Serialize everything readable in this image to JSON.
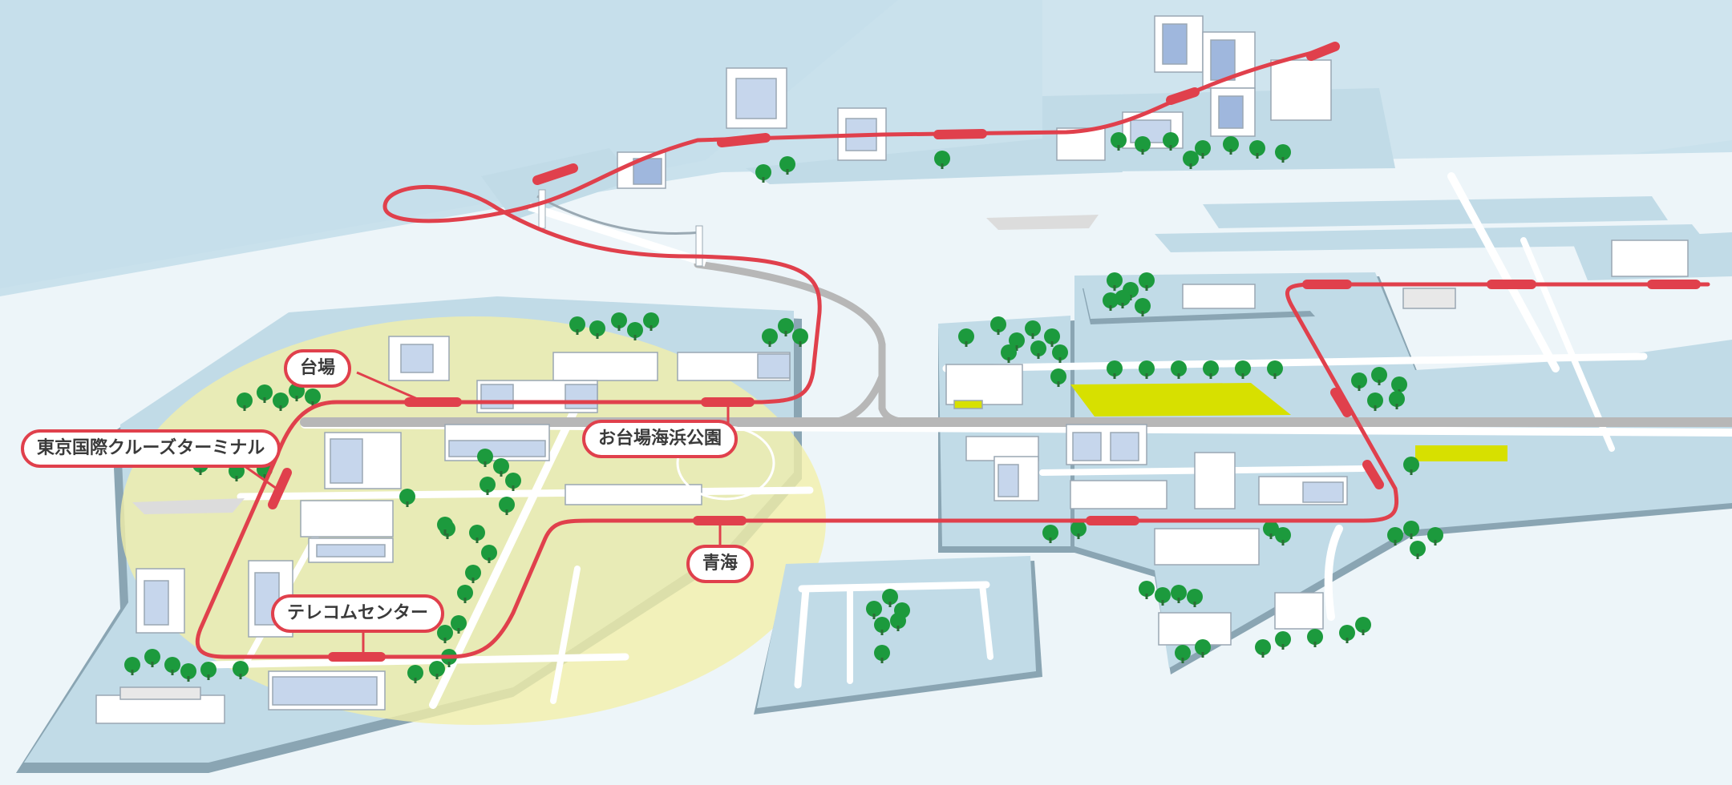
{
  "map": {
    "colors": {
      "sea": "#c9e1ec",
      "land": "#edf5f9",
      "island": "#c1dbe7",
      "island_edge": "#8aa5b3",
      "highlight_area": "#f3f0a8",
      "rail_line": "#e0404c",
      "station_marker": "#e0404c",
      "road": "#ffffff",
      "expressway": "#b7b7b7",
      "tree": "#1c9a3d",
      "building": "#ffffff",
      "building_glass": "#9fb7dd"
    },
    "line": {
      "name": ""
    },
    "stations": [
      {
        "id": "daiba",
        "label": "台場"
      },
      {
        "id": "odaiba-kaihin-koen",
        "label": "お台場海浜公園"
      },
      {
        "id": "tokyo-kokusai-cruise-terminal",
        "label": "東京国際クルーズターミナル"
      },
      {
        "id": "aomi",
        "label": "青海"
      },
      {
        "id": "telecom-center",
        "label": "テレコムセンター"
      }
    ]
  }
}
